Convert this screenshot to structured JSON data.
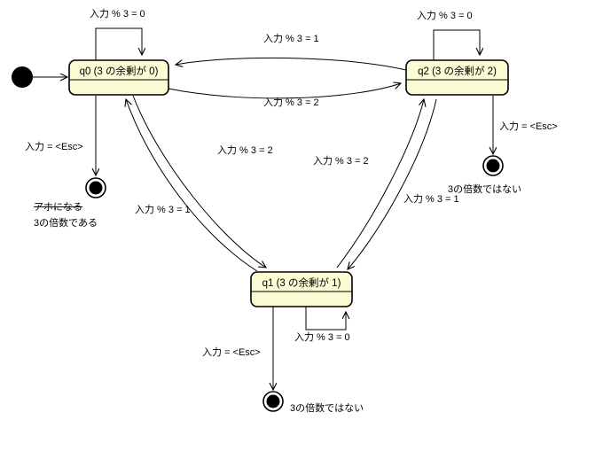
{
  "diagram": {
    "type": "state-machine",
    "states": [
      {
        "id": "q0",
        "label": "q0 (3 の余剰が 0)"
      },
      {
        "id": "q2",
        "label": "q2 (3 の余剰が 2)"
      },
      {
        "id": "q1",
        "label": "q1 (3 の余剰が 1)"
      }
    ],
    "transitions": {
      "q0_self": "入力 % 3 = 0",
      "q2_self": "入力 % 3 = 0",
      "q1_self": "入力 % 3 = 0",
      "q2_to_q0": "入力 % 3 = 1",
      "q0_to_q2": "入力 % 3 = 2",
      "q0_to_q1_upper": "入力 % 3 = 2",
      "q1_to_q0_lower": "入力 % 3 = 1",
      "q1_to_q2_left": "入力 % 3 = 2",
      "q2_to_q1_right": "入力 % 3 = 1",
      "q0_to_end": "入力 = <Esc>",
      "q2_to_end": "入力 = <Esc>",
      "q1_to_end": "入力 = <Esc>"
    },
    "end_notes": {
      "q0_end_struck": "アホになる",
      "q0_end": "3の倍数である",
      "q2_end": "3の倍数ではない",
      "q1_end": "3の倍数ではない"
    }
  }
}
